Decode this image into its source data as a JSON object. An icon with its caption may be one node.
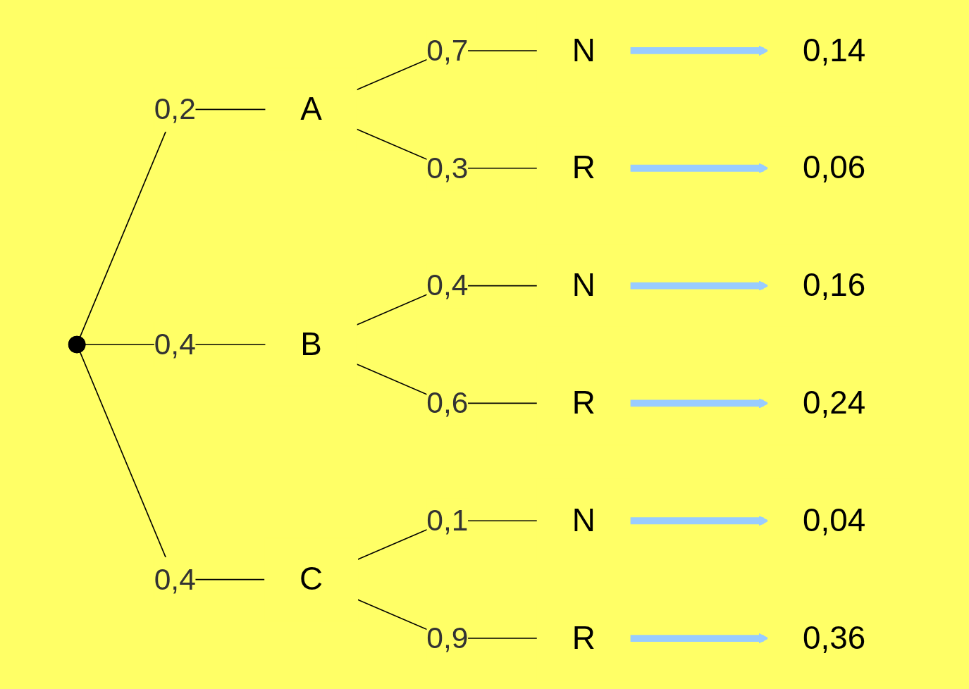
{
  "diagram": {
    "nodes": [
      {
        "text": [],
        "shape": "point"
      },
      {
        "text": [
          "A"
        ]
      },
      {
        "text": [
          "B"
        ]
      },
      {
        "text": [
          "C"
        ]
      },
      {
        "text": [
          "N"
        ]
      },
      {
        "text": [
          "R"
        ]
      },
      {
        "text": [
          "N"
        ]
      },
      {
        "text": [
          "R"
        ]
      },
      {
        "text": [
          "N"
        ]
      },
      {
        "text": [
          "R"
        ]
      },
      {
        "text": [
          "0,14"
        ]
      },
      {
        "text": [
          "0,06"
        ]
      },
      {
        "text": [
          "0,16"
        ]
      },
      {
        "text": [
          "0,24"
        ]
      },
      {
        "text": [
          "0,04"
        ]
      },
      {
        "text": [
          "0,36"
        ]
      }
    ],
    "edges": [
      {
        "from": 0,
        "to": 1,
        "arrow": "none",
        "label": "0,2"
      },
      {
        "from": 0,
        "to": 2,
        "arrow": "none",
        "label": "0,4"
      },
      {
        "from": 0,
        "to": 3,
        "arrow": "none",
        "label": "0,4"
      },
      {
        "from": 1,
        "to": 4,
        "arrow": "none",
        "label": "0,7"
      },
      {
        "from": 1,
        "to": 5,
        "arrow": "none",
        "label": "0,3"
      },
      {
        "from": 2,
        "to": 6,
        "arrow": "none",
        "label": "0,4"
      },
      {
        "from": 2,
        "to": 7,
        "arrow": "none",
        "label": "0,6"
      },
      {
        "from": 3,
        "to": 8,
        "arrow": "none",
        "label": "0,1"
      },
      {
        "from": 3,
        "to": 9,
        "arrow": "none",
        "label": "0,9"
      },
      {
        "from": 4,
        "to": 10,
        "arrow": "to",
        "style": "thick",
        "color": "#99ccff"
      },
      {
        "from": 5,
        "to": 11,
        "arrow": "to",
        "style": "thick",
        "color": "#99ccff"
      },
      {
        "from": 6,
        "to": 12,
        "arrow": "to",
        "style": "thick",
        "color": "#99ccff"
      },
      {
        "from": 7,
        "to": 13,
        "arrow": "to",
        "style": "thick",
        "color": "#99ccff"
      },
      {
        "from": 8,
        "to": 14,
        "arrow": "to",
        "style": "thick",
        "color": "#99ccff"
      },
      {
        "from": 9,
        "to": 15,
        "arrow": "to",
        "style": "thick",
        "color": "#99ccff"
      }
    ]
  }
}
